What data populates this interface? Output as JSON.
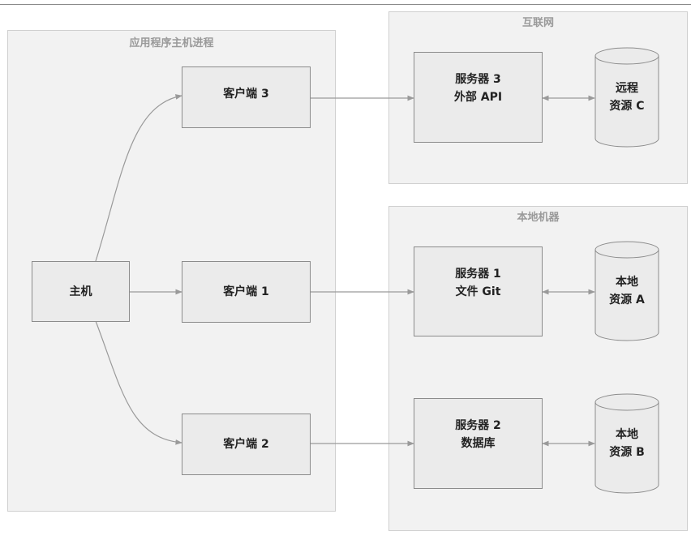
{
  "groups": {
    "app_host": "应用程序主机进程",
    "internet": "互联网",
    "local_machine": "本地机器"
  },
  "nodes": {
    "host": "主机",
    "client3": "客户端 3",
    "client1": "客户端 1",
    "client2": "客户端 2",
    "server3": {
      "line1": "服务器 3",
      "line2": "外部 API"
    },
    "server1": {
      "line1": "服务器 1",
      "line2": "文件 Git"
    },
    "server2": {
      "line1": "服务器 2",
      "line2": "数据库"
    },
    "remote_c": {
      "line1": "远程",
      "line2": "资源 C"
    },
    "local_a": {
      "line1": "本地",
      "line2": "资源 A"
    },
    "local_b": {
      "line1": "本地",
      "line2": "资源 B"
    }
  },
  "colors": {
    "edge": "#9a9a9a",
    "border": "#8c8c8c",
    "fill": "#ebebeb",
    "group_fill": "#f2f2f2"
  }
}
